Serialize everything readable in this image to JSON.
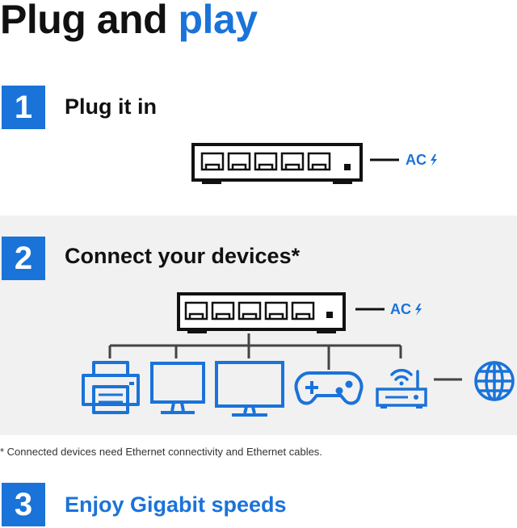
{
  "header": {
    "title_part1": "Plug and",
    "title_part2": "play"
  },
  "steps": [
    {
      "number": "1",
      "label": "Plug it in"
    },
    {
      "number": "2",
      "label": "Connect your devices*"
    },
    {
      "number": "3",
      "label": "Enjoy Gigabit speeds"
    }
  ],
  "power_label": "AC",
  "footnote": "* Connected devices need Ethernet connectivity and Ethernet cables.",
  "device_icons": [
    "printer-icon",
    "monitor-icon",
    "monitor-icon",
    "gamepad-icon",
    "router-icon",
    "globe-icon"
  ],
  "colors": {
    "accent": "#1a73d9",
    "text": "#111111",
    "section_bg": "#f1f1f1"
  }
}
